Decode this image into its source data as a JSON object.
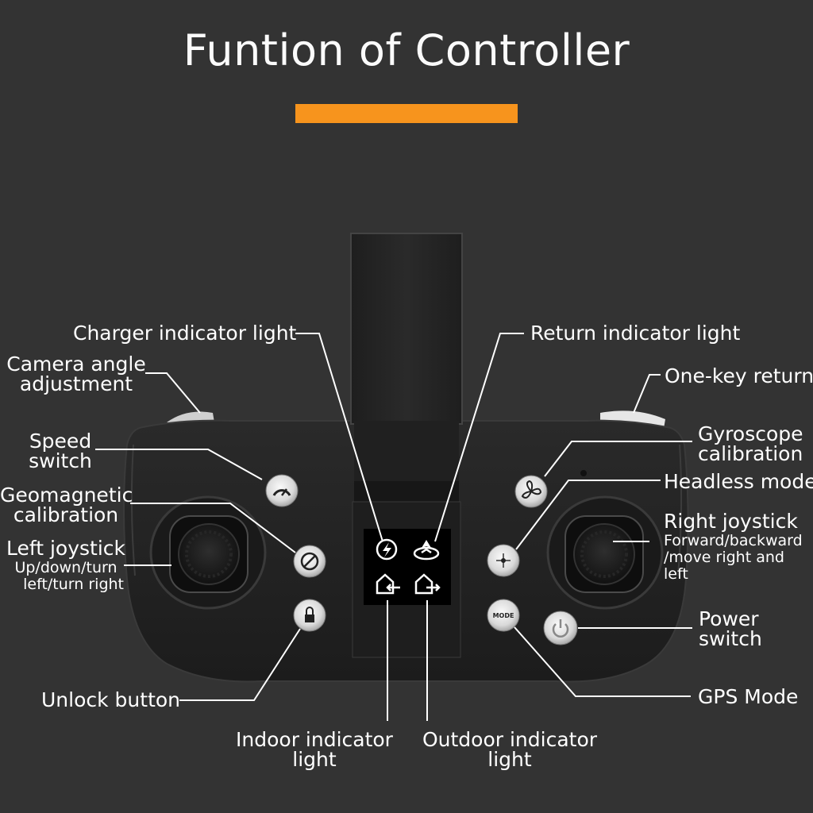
{
  "title": "Funtion of Controller",
  "colors": {
    "background": "#333333",
    "accent": "#f7941d",
    "controller_body": "#222222",
    "button": "#e8e8e8"
  },
  "labels": {
    "charger_indicator": "Charger indicator light",
    "return_indicator": "Return indicator light",
    "camera_angle_1": "Camera angle",
    "camera_angle_2": "adjustment",
    "one_key_return": "One-key return",
    "speed_switch_1": "Speed",
    "speed_switch_2": "switch",
    "gyroscope_1": "Gyroscope",
    "gyroscope_2": "calibration",
    "headless_mode": "Headless mode",
    "geomagnetic_1": "Geomagnetic",
    "geomagnetic_2": "calibration",
    "right_joystick": "Right joystick",
    "right_joystick_desc_1": "Forward/backward",
    "right_joystick_desc_2": "/move right and",
    "right_joystick_desc_3": "left",
    "left_joystick": "Left joystick",
    "left_joystick_desc_1": "Up/down/turn",
    "left_joystick_desc_2": "left/turn right",
    "power_switch_1": "Power",
    "power_switch_2": "switch",
    "unlock_button": "Unlock button",
    "gps_mode": "GPS Mode",
    "indoor_indicator_1": "Indoor indicator",
    "indoor_indicator_2": "light",
    "outdoor_indicator_1": "Outdoor indicator",
    "outdoor_indicator_2": "light"
  },
  "button_text": {
    "mode": "MODE"
  },
  "icons": {
    "speed": "speedometer-icon",
    "geomagnetic": "compass-circle-icon",
    "unlock": "lock-icon",
    "gyroscope": "propeller-icon",
    "headless": "compass-icon",
    "power": "power-icon",
    "charger_light": "lightning-icon",
    "return_light": "return-home-icon",
    "indoor_light": "house-arrow-in-icon",
    "outdoor_light": "house-arrow-out-icon"
  }
}
